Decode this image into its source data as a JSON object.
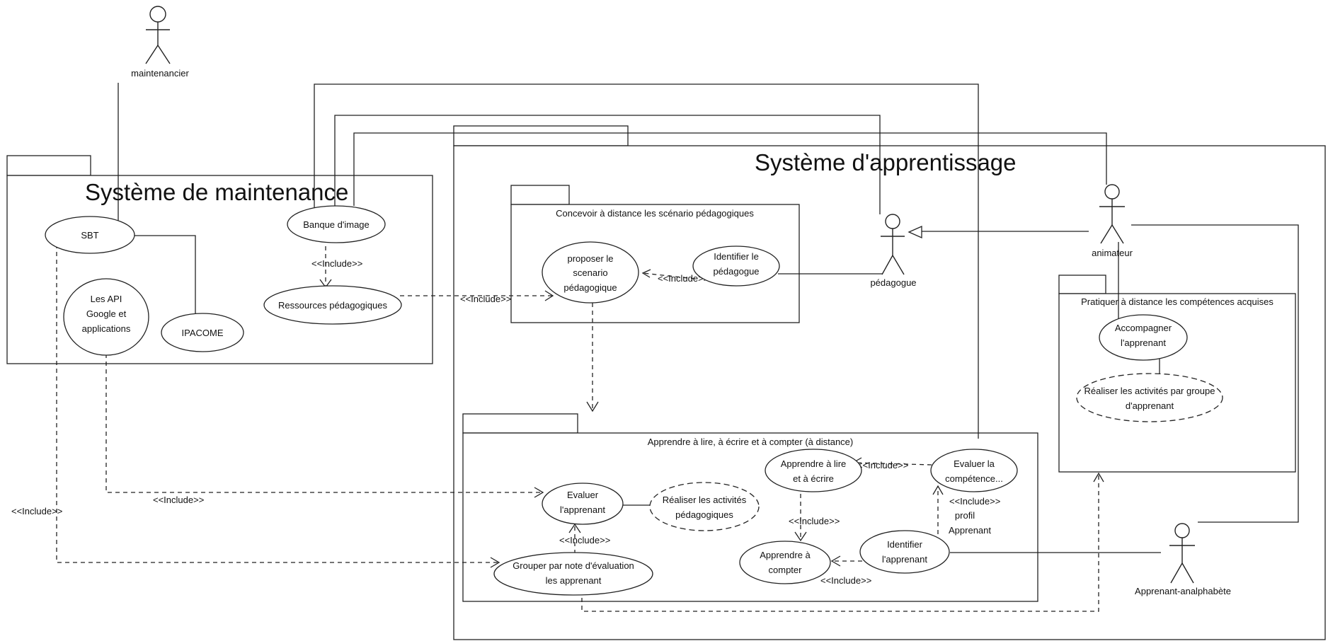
{
  "packages": {
    "maintenance": "Système de maintenance",
    "apprentissage": "Système d'apprentissage",
    "concevoir": "Concevoir à distance les scénario pédagogiques",
    "apprendre": "Apprendre à lire, à écrire et à compter (à distance)",
    "pratiquer": "Pratiquer à distance les compétences acquises"
  },
  "actors": {
    "maintenancier": "maintenancier",
    "pedagogue": "pédagogue",
    "animateur": "animateur",
    "apprenant": "Apprenant-analphabète"
  },
  "use_cases": {
    "sbt": [
      "SBT"
    ],
    "api": [
      "Les API",
      "Google et",
      "applications"
    ],
    "ipacome": [
      "IPACOME"
    ],
    "banque": [
      "Banque d'image"
    ],
    "ressources": [
      "Ressources pédagogiques"
    ],
    "proposer": [
      "proposer le",
      "scenario",
      "pédagogique"
    ],
    "identifier_pedagogue": [
      "Identifier le",
      "pédagogue"
    ],
    "evaluer_apprenant": [
      "Evaluer",
      "l'apprenant"
    ],
    "realiser_activites": [
      "Réaliser les activités",
      "pédagogiques"
    ],
    "grouper": [
      "Grouper par note d'évaluation",
      "les apprenant"
    ],
    "apprendre_lire": [
      "Apprendre à lire",
      "et à écrire"
    ],
    "evaluer_competence": [
      "Evaluer la",
      "compétence..."
    ],
    "apprendre_compter": [
      "Apprendre à",
      "compter"
    ],
    "identifier_apprenant": [
      "Identifier",
      "l'apprenant"
    ],
    "accompagner": [
      "Accompagner",
      "l'apprenant"
    ],
    "realiser_groupe": [
      "Réaliser les activités par groupe",
      "d'apprenant"
    ]
  },
  "relation_labels": {
    "include_banque_ressources": "<<Include>>",
    "include_ressources_proposer": "<<Include>>",
    "include_identifier_proposer": "<<Include>>",
    "include_api_evaluer": "<<Include>>",
    "include_sbt_grouper": "<<Include>>",
    "include_grouper_evaluer": "<<Include>>",
    "include_evaluer_lire": "<<Include>>",
    "include_lire_compter": "<<Include>>",
    "include_identifier_compter": "<<Include>>",
    "include_identifier_evaluer": "<<Include>>",
    "profil_label": [
      "profil",
      "Apprenant"
    ]
  }
}
